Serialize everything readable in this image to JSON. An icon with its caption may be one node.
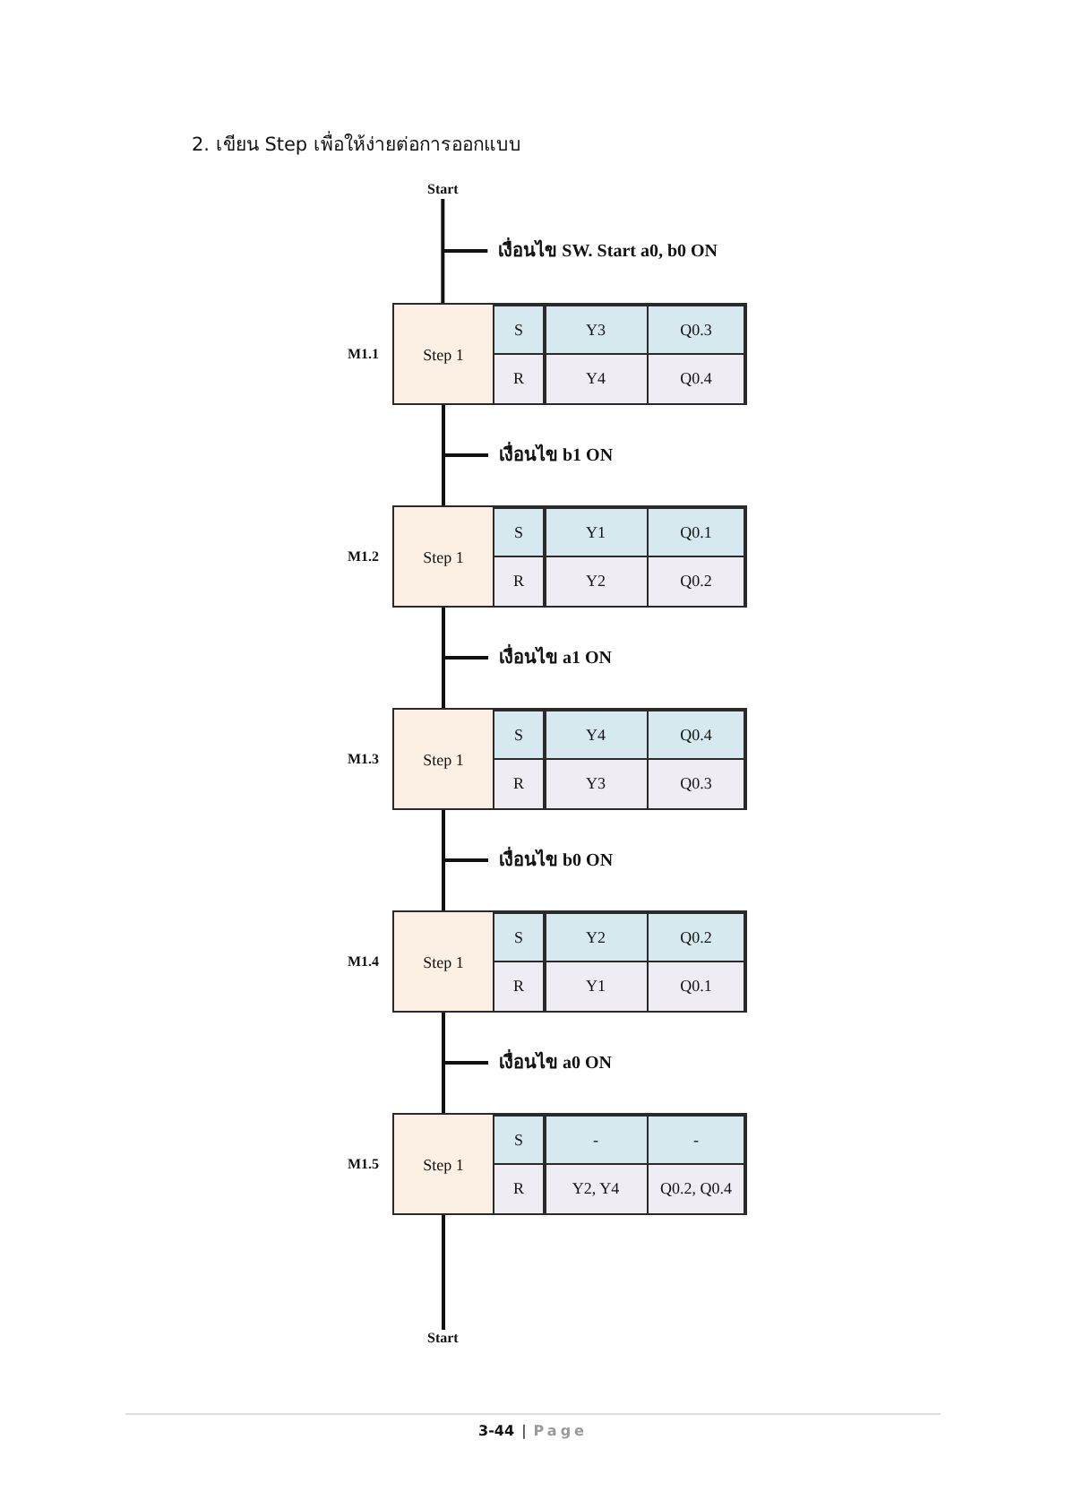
{
  "diagram": {
    "title": "2. เขียน Step เพื่อให้ง่ายต่อการออกแบบ",
    "nodes": [
      {
        "text": [
          "Start"
        ]
      },
      {
        "text": [
          "Step 1"
        ],
        "beside": [
          "M1.1"
        ]
      },
      {
        "text": [
          "S",
          "Y3",
          "Q0.3",
          "R",
          "Y4",
          "Q0.4"
        ]
      },
      {
        "text": [
          "Step 1"
        ],
        "beside": [
          "M1.2"
        ]
      },
      {
        "text": [
          "S",
          "Y1",
          "Q0.1",
          "R",
          "Y2",
          "Q0.2"
        ]
      },
      {
        "text": [
          "Step 1"
        ],
        "beside": [
          "M1.3"
        ]
      },
      {
        "text": [
          "S",
          "Y4",
          "Q0.4",
          "R",
          "Y3",
          "Q0.3"
        ]
      },
      {
        "text": [
          "Step 1"
        ],
        "beside": [
          "M1.4"
        ]
      },
      {
        "text": [
          "S",
          "Y2",
          "Q0.2",
          "R",
          "Y1",
          "Q0.1"
        ]
      },
      {
        "text": [
          "Step 1"
        ],
        "beside": [
          "M1.5"
        ]
      },
      {
        "text": [
          "S",
          "-",
          "-",
          "R",
          "Y2, Y4",
          "Q0.2, Q0.4"
        ]
      },
      {
        "text": [
          "Start"
        ]
      }
    ],
    "edges": [
      {
        "from": 0,
        "to": 1,
        "arrow": "none",
        "label": "เงื่อนไข SW. Start a0, b0 ON"
      },
      {
        "from": 1,
        "to": 3,
        "arrow": "none",
        "label": "เงื่อนไข b1 ON"
      },
      {
        "from": 3,
        "to": 5,
        "arrow": "none",
        "label": "เงื่อนไข a1 ON"
      },
      {
        "from": 5,
        "to": 7,
        "arrow": "none",
        "label": "เงื่อนไข b0 ON"
      },
      {
        "from": 7,
        "to": 9,
        "arrow": "none",
        "label": "เงื่อนไข a0 ON"
      },
      {
        "from": 9,
        "to": 11,
        "arrow": "none"
      }
    ],
    "labels": [
      "3-44",
      "|",
      "Page"
    ]
  }
}
